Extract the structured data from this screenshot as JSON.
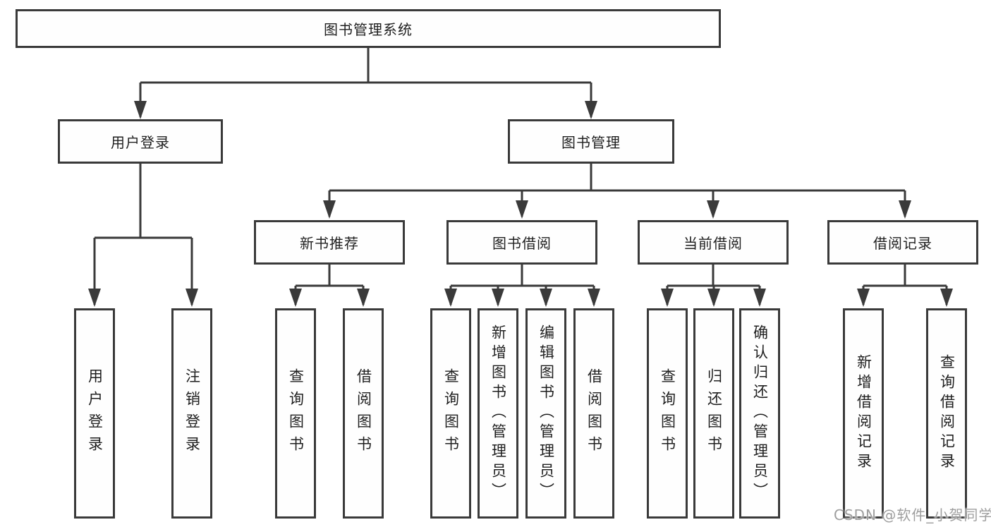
{
  "tree": {
    "root": {
      "label": "图书管理系统"
    },
    "branches": [
      {
        "label": "用户登录",
        "children": [
          {
            "label": "用户登录"
          },
          {
            "label": "注销登录"
          }
        ]
      },
      {
        "label": "图书管理",
        "groups": [
          {
            "label": "新书推荐",
            "children": [
              {
                "label": "查询图书"
              },
              {
                "label": "借阅图书"
              }
            ]
          },
          {
            "label": "图书借阅",
            "children": [
              {
                "label": "查询图书"
              },
              {
                "label": "新增图书（管理员）"
              },
              {
                "label": "编辑图书（管理员）"
              },
              {
                "label": "借阅图书"
              }
            ]
          },
          {
            "label": "当前借阅",
            "children": [
              {
                "label": "查询图书"
              },
              {
                "label": "归还图书"
              },
              {
                "label": "确认归还（管理员）"
              }
            ]
          },
          {
            "label": "借阅记录",
            "children": [
              {
                "label": "新增借阅记录"
              },
              {
                "label": "查询借阅记录"
              }
            ]
          }
        ]
      }
    ]
  },
  "watermark": {
    "text": "CSDN @软件_小贺同学"
  },
  "colors": {
    "line": "#3a3a3a",
    "box_border": "#3a3a3a",
    "text": "#1f1f1f",
    "background": "#ffffff",
    "watermark": "#9e9e9e"
  }
}
